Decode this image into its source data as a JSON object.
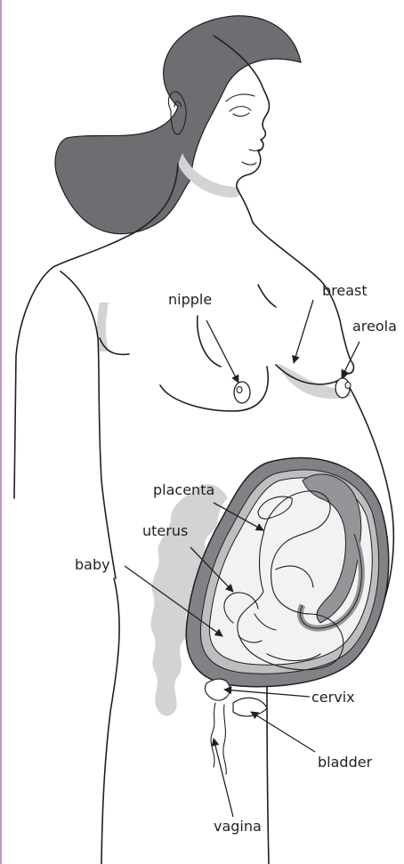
{
  "labels": {
    "nipple": "nipple",
    "breast": "breast",
    "areola": "areola",
    "placenta": "placenta",
    "uterus": "uterus",
    "baby": "baby",
    "cervix": "cervix",
    "bladder": "bladder",
    "vagina": "vagina"
  },
  "colors": {
    "hair": "#6d6e71",
    "shading": "#d1d3d4",
    "uterus_wall": "#808285",
    "placenta_cord": "#939598",
    "baby_fill": "#f1f2f2",
    "outline": "#231f20",
    "left_border": "#b89ac6"
  }
}
